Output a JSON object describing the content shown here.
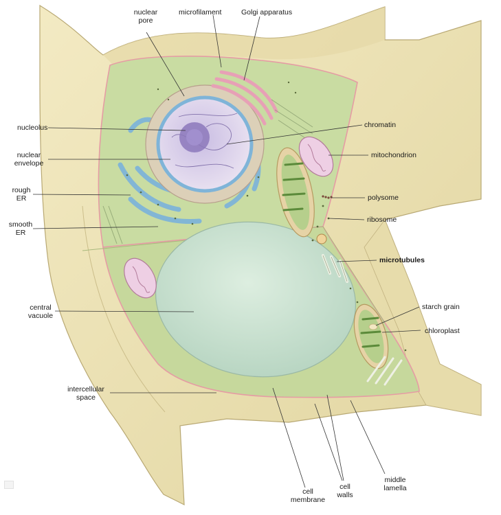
{
  "colors": {
    "wall": "#ede3b4",
    "wall_shade": "#d5c894",
    "wall_edge": "#b8a873",
    "cytoplasm": "#c6d89c",
    "membrane": "#e59ca4",
    "vacuole": "#c9e0cf",
    "nucleus": "#d9cfe8",
    "er": "#9cc8e4",
    "golgi": "#f2b8c6",
    "label_line": "#333333"
  },
  "labels": {
    "nuclear_pore": "nuclear\npore",
    "microfilament": "microfilament",
    "golgi_apparatus": "Golgi apparatus",
    "nucleolus": "nucleolus",
    "chromatin": "chromatin",
    "nuclear_envelope": "nuclear\nenvelope",
    "mitochondrion": "mitochondrion",
    "rough_er": "rough\nER",
    "polysome": "polysome",
    "smooth_er": "smooth\nER",
    "ribosome": "ribosome",
    "microtubules": "microtubules",
    "central_vacuole": "central\nvacuole",
    "starch_grain": "starch grain",
    "chloroplast": "chloroplast",
    "intercellular_space": "intercellular\nspace",
    "cell_membrane": "cell\nmembrane",
    "cell_walls": "cell\nwalls",
    "middle_lamella": "middle\nlamella"
  }
}
